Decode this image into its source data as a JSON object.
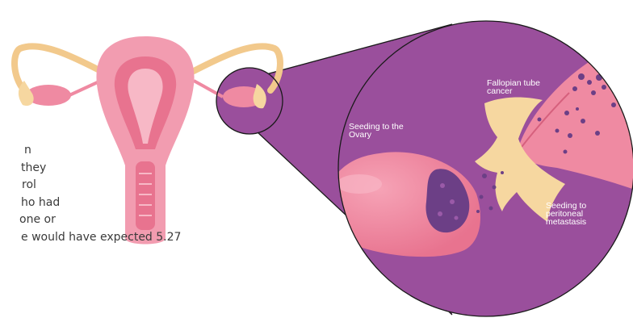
{
  "background_text": {
    "lines": [
      "n",
      "they",
      "rol",
      "ho had",
      "one or",
      "e would have expected 5.27"
    ]
  },
  "diagram": {
    "labels": {
      "fallopian_tube_cancer": "Fallopian tube\ncancer",
      "seeding_to_ovary": "Seeding to the\nOvary",
      "seeding_to_peritoneal": "Seeding to\nperitoneal\nmetastasis"
    },
    "colors": {
      "magnified_circle": "#9a4f9c",
      "tissue_pink": "#ef8aa2",
      "tube_yellow": "#f6d7a0",
      "cancer_cells": "#6c3f86",
      "outline": "#1a1a1a"
    }
  }
}
